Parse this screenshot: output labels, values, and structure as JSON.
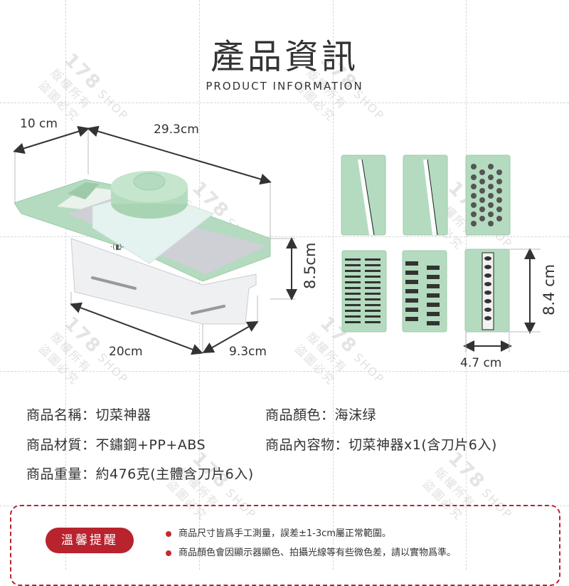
{
  "header": {
    "title": "產品資訊",
    "subtitle": "PRODUCT INFORMATION"
  },
  "watermark": {
    "brand": "178",
    "shop": "SHOP",
    "text1": "版權所有",
    "text2": "盜圖必究"
  },
  "dimensions": {
    "depth": "10 cm",
    "length": "29.3cm",
    "height": "8.5cm",
    "box_length": "20cm",
    "box_width": "9.3cm",
    "blade_height": "8.4 cm",
    "blade_width": "4.7 cm"
  },
  "blades": [
    {
      "type": "slicer-thin"
    },
    {
      "type": "slicer-thick"
    },
    {
      "type": "grater"
    },
    {
      "type": "julienne-fine"
    },
    {
      "type": "julienne-coarse"
    },
    {
      "type": "shredder"
    }
  ],
  "specs": {
    "name": "商品名稱：切菜神器",
    "color": "商品顏色：海沫绿",
    "material": "商品材質：不鏽鋼+PP+ABS",
    "contents": "商品內容物：切菜神器x1(含刀片6入)",
    "weight": "商品重量：約476克(主體含刀片6入)"
  },
  "reminder": {
    "badge": "溫馨提醒",
    "notes": [
      "商品尺寸皆爲手工測量，誤差±1-3cm屬正常範圍。",
      "商品顏色會因顯示器顯色、拍攝光線等有些微色差，請以實物爲準。"
    ]
  },
  "colors": {
    "accent": "#b8232d",
    "product_green": "#b4dbbf",
    "text": "#333333"
  }
}
